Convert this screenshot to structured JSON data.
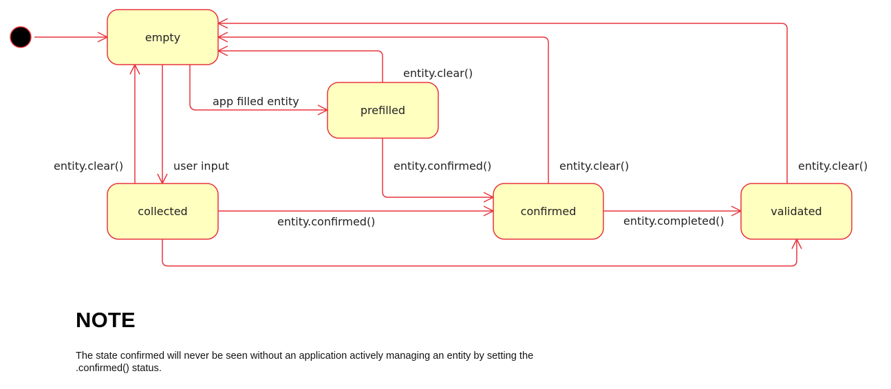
{
  "colors": {
    "state_fill": "#ffffc0",
    "state_stroke": "#e8333b",
    "edge": "#e8333b",
    "initial": "#000000"
  },
  "states": {
    "empty": "empty",
    "prefilled": "prefilled",
    "collected": "collected",
    "confirmed": "confirmed",
    "validated": "validated"
  },
  "transitions": {
    "empty_to_prefilled": "app filled entity",
    "prefilled_to_empty": "entity.clear()",
    "prefilled_to_confirmed": "entity.confirmed()",
    "collected_to_empty": "entity.clear()",
    "empty_to_collected": "user input",
    "collected_to_confirmed": "entity.confirmed()",
    "confirmed_to_empty": "entity.clear()",
    "confirmed_to_validated": "entity.completed()",
    "validated_to_empty": "entity.clear()"
  },
  "note": {
    "title": "NOTE",
    "text": "The state confirmed will never be seen without an application actively managing an entity by setting the .confirmed() status."
  }
}
